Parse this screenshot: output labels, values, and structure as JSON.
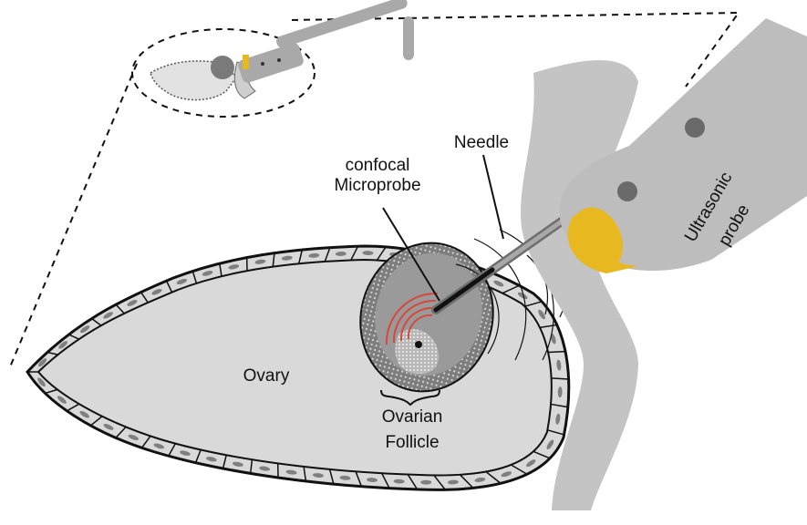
{
  "labels": {
    "microprobe_line1": "confocal",
    "microprobe_line2": "Microprobe",
    "needle": "Needle",
    "ultrasonic_line1": "Ultrasonic",
    "ultrasonic_line2": "probe",
    "ovary": "Ovary",
    "follicle_line1": "Ovarian",
    "follicle_line2": "Follicle"
  },
  "colors": {
    "ovary_fill": "#d9d9d9",
    "follicle_outer": "#8c8c8c",
    "follicle_inner": "#9a9a9a",
    "probe_gray": "#bdbdbd",
    "gel_yellow": "#e8b820",
    "signal_red": "#d9473a",
    "outline": "#111111"
  }
}
